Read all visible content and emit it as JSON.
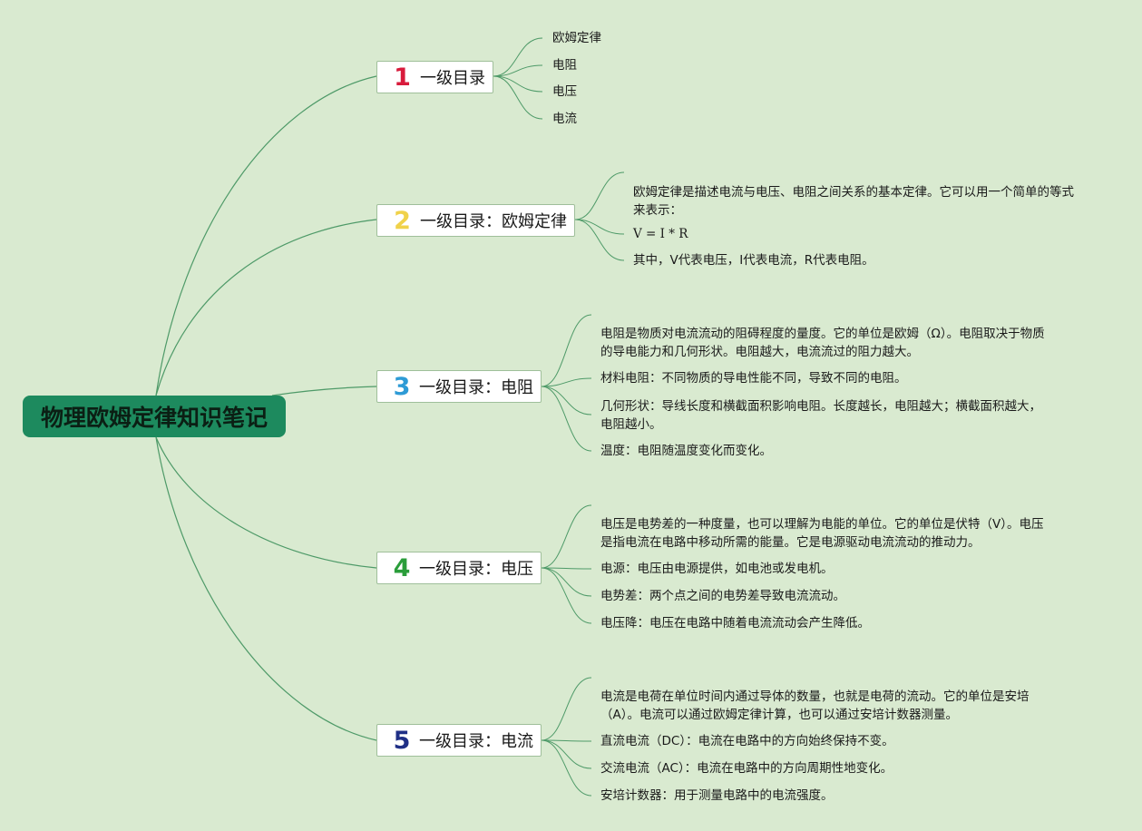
{
  "root": {
    "title": "物理欧姆定律知识笔记"
  },
  "colors": {
    "background": "#d9ead0",
    "root_fill": "#1d8a5e",
    "line": "#4e9a68",
    "num1": "#d81b3c",
    "num2": "#f0d24a",
    "num3": "#2e9bd6",
    "num4": "#2a9d3a",
    "num5": "#1f2f86"
  },
  "branches": [
    {
      "number": "1",
      "label": "一级目录",
      "children": [
        "欧姆定律",
        "电阻",
        "电压",
        "电流"
      ]
    },
    {
      "number": "2",
      "label": "一级目录：欧姆定律",
      "children": [
        "欧姆定律是描述电流与电压、电阻之间关系的基本定律。它可以用一个简单的等式来表示：",
        "V = I * R",
        "其中，V代表电压，I代表电流，R代表电阻。"
      ]
    },
    {
      "number": "3",
      "label": "一级目录：电阻",
      "children": [
        "电阻是物质对电流流动的阻碍程度的量度。它的单位是欧姆（Ω）。电阻取决于物质的导电能力和几何形状。电阻越大，电流流过的阻力越大。",
        "材料电阻：不同物质的导电性能不同，导致不同的电阻。",
        "几何形状：导线长度和横截面积影响电阻。长度越长，电阻越大；横截面积越大，电阻越小。",
        "温度：电阻随温度变化而变化。"
      ]
    },
    {
      "number": "4",
      "label": "一级目录：电压",
      "children": [
        "电压是电势差的一种度量，也可以理解为电能的单位。它的单位是伏特（V）。电压是指电流在电路中移动所需的能量。它是电源驱动电流流动的推动力。",
        "电源：电压由电源提供，如电池或发电机。",
        "电势差：两个点之间的电势差导致电流流动。",
        "电压降：电压在电路中随着电流流动会产生降低。"
      ]
    },
    {
      "number": "5",
      "label": "一级目录：电流",
      "children": [
        "电流是电荷在单位时间内通过导体的数量，也就是电荷的流动。它的单位是安培（A）。电流可以通过欧姆定律计算，也可以通过安培计数器测量。",
        "直流电流（DC）：电流在电路中的方向始终保持不变。",
        "交流电流（AC）：电流在电路中的方向周期性地变化。",
        "安培计数器：用于测量电路中的电流强度。"
      ]
    }
  ]
}
